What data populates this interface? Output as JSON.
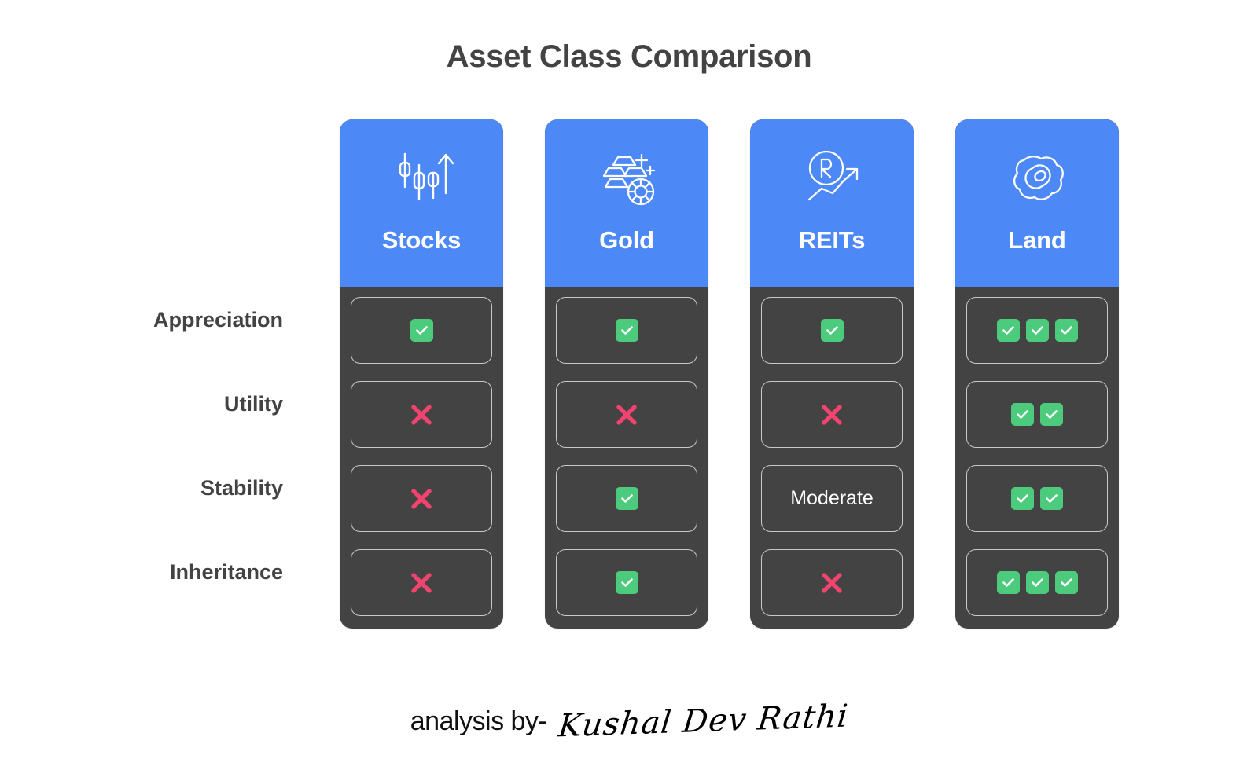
{
  "title": "Asset Class Comparison",
  "theme": {
    "background": "#ffffff",
    "header_blue": "#4d88f7",
    "body_dark": "#434343",
    "check_green": "#4ccb7d",
    "cross_red": "#f4436e",
    "cell_border": "#c9c9c9",
    "title_color": "#434343"
  },
  "rows": [
    {
      "label": "Appreciation"
    },
    {
      "label": "Utility"
    },
    {
      "label": "Stability"
    },
    {
      "label": "Inheritance"
    }
  ],
  "columns": [
    {
      "name": "Stocks",
      "icon": "candlestick-chart-icon"
    },
    {
      "name": "Gold",
      "icon": "gold-bars-coin-icon"
    },
    {
      "name": "REITs",
      "icon": "reit-trend-icon"
    },
    {
      "name": "Land",
      "icon": "land-plot-icon"
    }
  ],
  "matrix": {
    "Stocks": {
      "Appreciation": {
        "mark": "check",
        "count": 1
      },
      "Utility": {
        "mark": "cross",
        "count": 1
      },
      "Stability": {
        "mark": "cross",
        "count": 1
      },
      "Inheritance": {
        "mark": "cross",
        "count": 1
      }
    },
    "Gold": {
      "Appreciation": {
        "mark": "check",
        "count": 1
      },
      "Utility": {
        "mark": "cross",
        "count": 1
      },
      "Stability": {
        "mark": "check",
        "count": 1
      },
      "Inheritance": {
        "mark": "check",
        "count": 1
      }
    },
    "REITs": {
      "Appreciation": {
        "mark": "check",
        "count": 1
      },
      "Utility": {
        "mark": "cross",
        "count": 1
      },
      "Stability": {
        "mark": "text",
        "text": "Moderate"
      },
      "Inheritance": {
        "mark": "cross",
        "count": 1
      }
    },
    "Land": {
      "Appreciation": {
        "mark": "check",
        "count": 3
      },
      "Utility": {
        "mark": "check",
        "count": 2
      },
      "Stability": {
        "mark": "check",
        "count": 2
      },
      "Inheritance": {
        "mark": "check",
        "count": 3
      }
    }
  },
  "footer": {
    "label": "analysis by-",
    "signature": "Kushal Dev Rathi"
  }
}
